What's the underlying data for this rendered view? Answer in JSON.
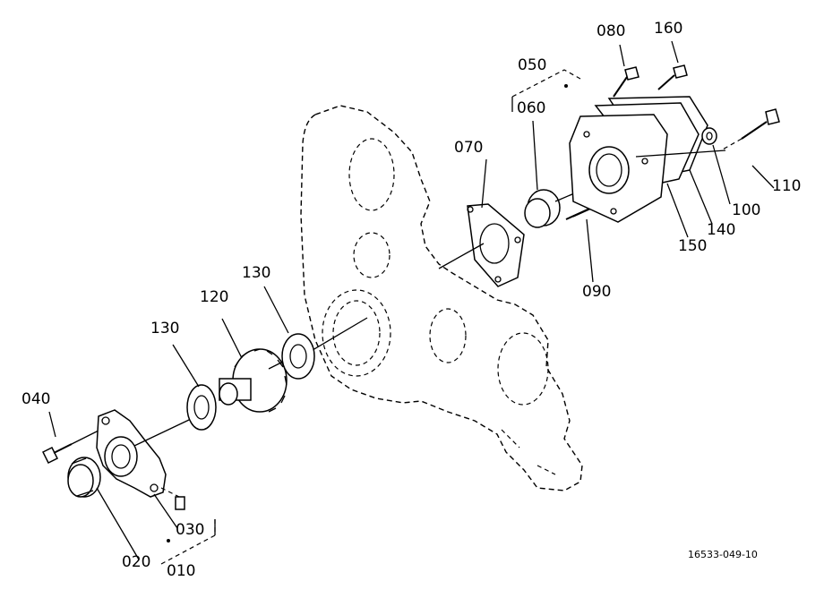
{
  "labels": {
    "p010": "010",
    "p020": "020",
    "p030": "030",
    "p040": "040",
    "p050": "050",
    "p060": "060",
    "p070": "070",
    "p080": "080",
    "p090": "090",
    "p100": "100",
    "p110": "110",
    "p120": "120",
    "p130a": "130",
    "p130b": "130",
    "p140": "140",
    "p150": "150",
    "p160": "160"
  },
  "figure_code": "16533-049-10"
}
